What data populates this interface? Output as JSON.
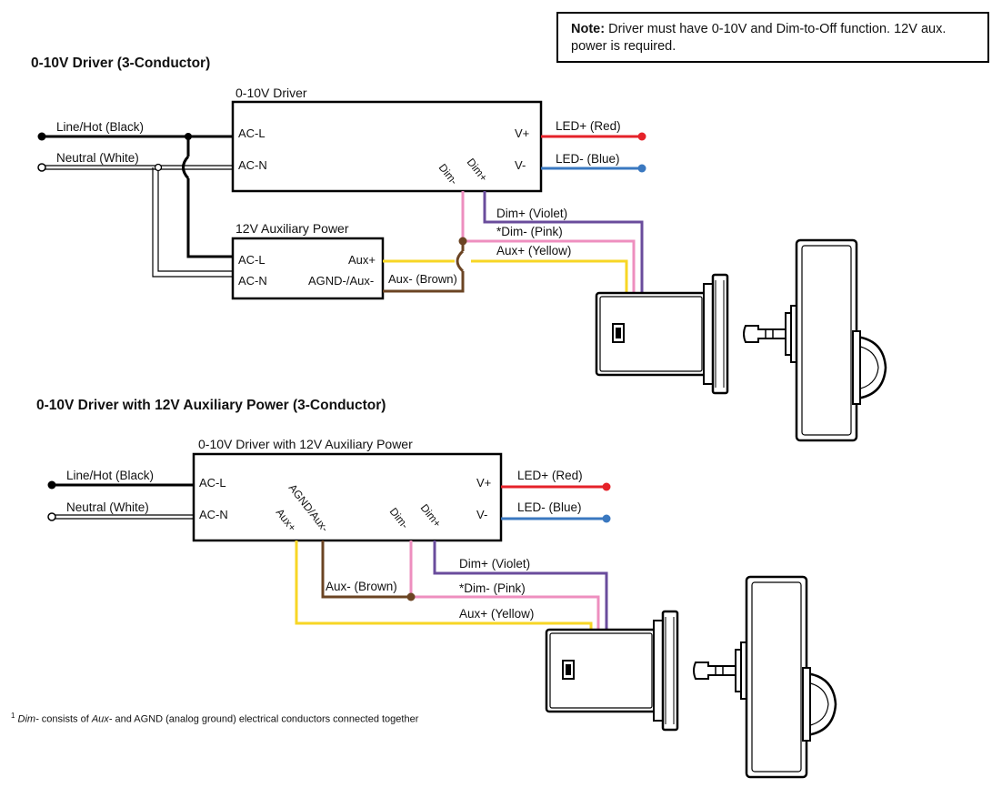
{
  "note": {
    "label": "Note:",
    "text": "Driver must have 0-10V and Dim-to-Off function. 12V aux. power is required."
  },
  "diagram1": {
    "title": "0-10V Driver (3-Conductor)",
    "driver_label": "0-10V Driver",
    "aux_label": "12V Auxiliary Power",
    "terminals": {
      "ac_l": "AC-L",
      "ac_n": "AC-N",
      "v_plus": "V+",
      "v_minus": "V-",
      "dim_minus": "Dim-",
      "dim_plus": "Dim+",
      "aux_plus": "Aux+",
      "agnd": "AGND-/Aux-"
    },
    "wires": {
      "line": "Line/Hot (Black)",
      "neutral": "Neutral (White)",
      "led_plus": "LED+ (Red)",
      "led_minus": "LED- (Blue)",
      "dim_plus": "Dim+ (Violet)",
      "dim_minus": "*Dim- (Pink)",
      "aux_plus": "Aux+ (Yellow)",
      "aux_minus": "Aux- (Brown)"
    }
  },
  "diagram2": {
    "title": "0-10V Driver with 12V Auxiliary Power (3-Conductor)",
    "driver_label": "0-10V Driver with 12V Auxiliary Power",
    "terminals": {
      "ac_l": "AC-L",
      "ac_n": "AC-N",
      "v_plus": "V+",
      "v_minus": "V-",
      "aux_plus": "Aux+",
      "agnd": "AGND/Aux-",
      "dim_minus": "Dim-",
      "dim_plus": "Dim+"
    },
    "wires": {
      "line": "Line/Hot (Black)",
      "neutral": "Neutral (White)",
      "led_plus": "LED+ (Red)",
      "led_minus": "LED- (Blue)",
      "dim_plus": "Dim+ (Violet)",
      "dim_minus": "*Dim- (Pink)",
      "aux_plus": "Aux+ (Yellow)",
      "aux_minus": "Aux- (Brown)"
    }
  },
  "footnote": {
    "marker": "1",
    "term": "Dim-",
    "text1": " consists of ",
    "term2": "Aux-",
    "text2": " and AGND (analog ground) electrical conductors connected together"
  },
  "colors": {
    "red": "#e52229",
    "blue": "#3a78c0",
    "violet": "#6a4c9c",
    "pink": "#ee8fbf",
    "yellow": "#f7d625",
    "brown": "#6b4423",
    "black": "#111111"
  }
}
